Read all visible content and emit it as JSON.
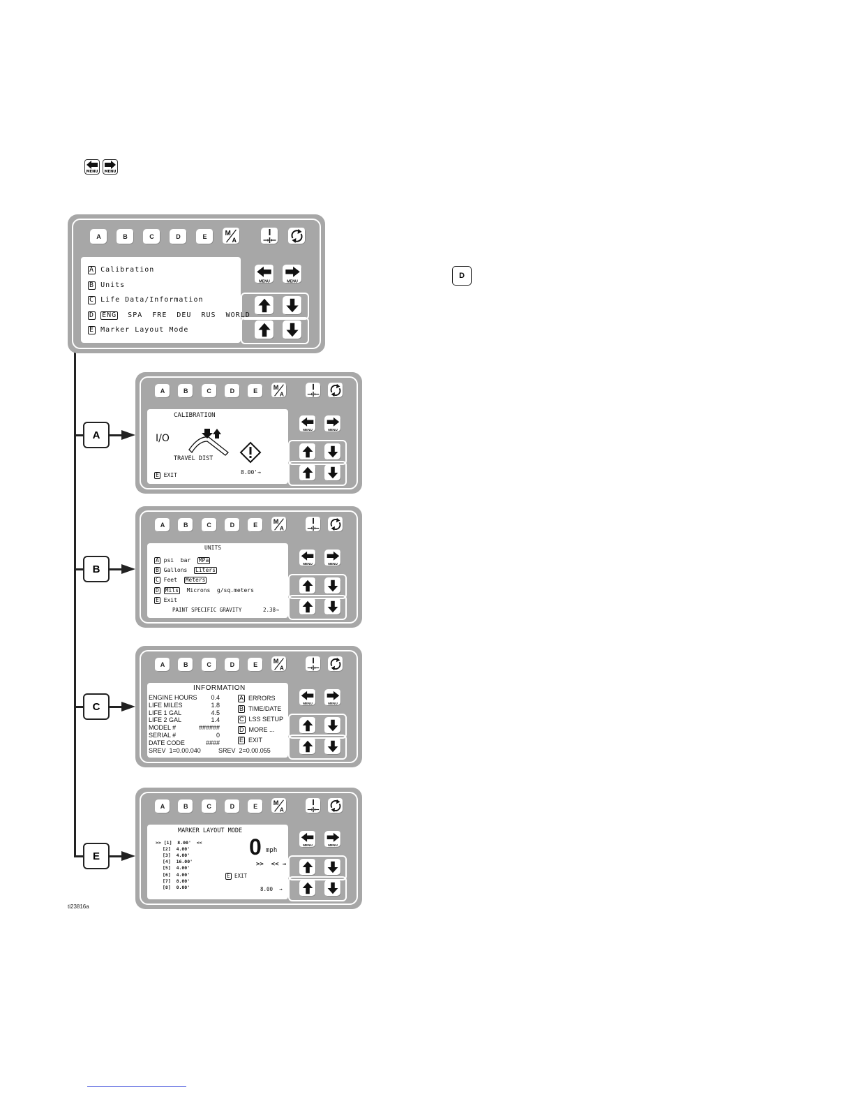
{
  "menu_key_label": "MENU",
  "float_key": "D",
  "panel_buttons": [
    "A",
    "B",
    "C",
    "D",
    "E"
  ],
  "ma_key": {
    "top": "M",
    "bottom": "A"
  },
  "main_menu": {
    "items": [
      {
        "key": "A",
        "text": "Calibration"
      },
      {
        "key": "B",
        "text": "Units"
      },
      {
        "key": "C",
        "text": "Life Data/Information"
      },
      {
        "key": "D",
        "text": "",
        "langs": [
          "ENG",
          "SPA",
          "FRE",
          "DEU",
          "RUS",
          "WORLD"
        ],
        "selected": "ENG"
      },
      {
        "key": "E",
        "text": "Marker Layout Mode"
      }
    ]
  },
  "callouts": [
    "A",
    "B",
    "C",
    "E"
  ],
  "calibration": {
    "title": "CALIBRATION",
    "io": "I/O",
    "label": "TRAVEL DIST",
    "exit_key": "E",
    "exit": "EXIT",
    "value": "8.00'"
  },
  "units": {
    "title": "UNITS",
    "rows": [
      {
        "key": "A",
        "opts": [
          "psi",
          "bar",
          "MPa"
        ],
        "selected": "MPa"
      },
      {
        "key": "B",
        "opts": [
          "Gallons",
          "Liters"
        ],
        "selected": "Liters"
      },
      {
        "key": "C",
        "opts": [
          "Feet",
          "Meters"
        ],
        "selected": "Meters"
      },
      {
        "key": "D",
        "opts": [
          "Mils",
          "Microns",
          "g/sq.meters"
        ],
        "selected": "Mils"
      },
      {
        "key": "E",
        "opts": [
          "Exit"
        ],
        "selected": ""
      }
    ],
    "gravity_label": "PAINT SPECIFIC GRAVITY",
    "gravity_value": "2.38"
  },
  "information": {
    "title": "INFORMATION",
    "rows": [
      {
        "label": "ENGINE HOURS",
        "value": "0.4"
      },
      {
        "label": "LIFE MILES",
        "value": "1.8"
      },
      {
        "label": "LIFE 1 GAL",
        "value": "4.5"
      },
      {
        "label": "LIFE 2 GAL",
        "value": "1.4"
      },
      {
        "label": "MODEL #",
        "value": "######"
      },
      {
        "label": "SERIAL #",
        "value": "0"
      },
      {
        "label": "DATE CODE",
        "value": "####"
      }
    ],
    "srev1": "SREV  1=0.00.040",
    "srev2": "SREV  2=0.00.055",
    "options": [
      {
        "key": "A",
        "text": "ERRORS"
      },
      {
        "key": "B",
        "text": "TIME/DATE"
      },
      {
        "key": "C",
        "text": "LSS SETUP"
      },
      {
        "key": "D",
        "text": "MORE ..."
      },
      {
        "key": "E",
        "text": "EXIT"
      }
    ]
  },
  "marker": {
    "title": "MARKER LAYOUT MODE",
    "list": [
      ">> [1]  8.00'  <<",
      "[2]  4.00'",
      "[3]  4.00'",
      "[4]  16.00'",
      "[5]  4.00'",
      "[6]  4.00'",
      "[7]  8.00'",
      "[8]  0.00'"
    ],
    "speed": "0",
    "speed_unit": "mph",
    "chevrons": ">>  <<",
    "exit_key": "E",
    "exit": "EXIT",
    "value": "8.00"
  },
  "figure_id": "ti23816a"
}
